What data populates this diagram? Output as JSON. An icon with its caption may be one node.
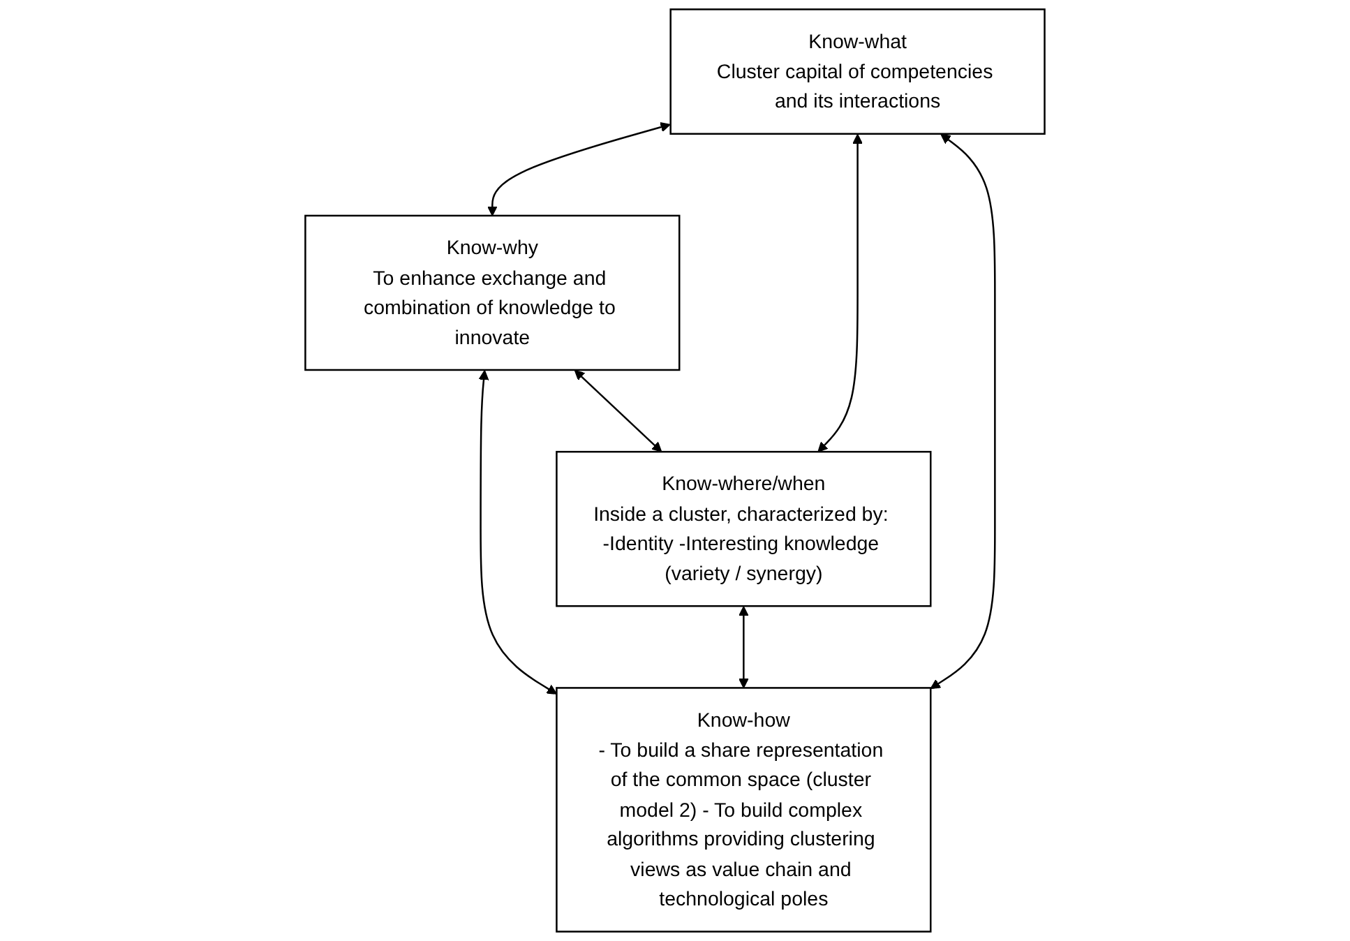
{
  "diagram": {
    "nodes": [
      {
        "text": [
          "Know-what",
          "Cluster capital of competencies and its interactions"
        ]
      },
      {
        "text": [
          "Know-why",
          "To enhance exchange and combination of knowledge to innovate"
        ]
      },
      {
        "text": [
          "Know-where/when",
          "Inside a cluster, characterized by: -Identity -Interesting knowledge (variety / synergy)"
        ]
      },
      {
        "text": [
          "Know-how",
          "- To build a share representation of the common space (cluster model 2) - To build complex algorithms providing clustering views as value chain and technological poles"
        ]
      }
    ],
    "edges": [
      {
        "from": 0,
        "to": 1,
        "arrow": "both"
      },
      {
        "from": 0,
        "to": 2,
        "arrow": "both"
      },
      {
        "from": 1,
        "to": 3,
        "arrow": "both"
      },
      {
        "from": 0,
        "to": 3,
        "arrow": "both"
      },
      {
        "from": 1,
        "to": 2,
        "arrow": "both"
      },
      {
        "from": 2,
        "to": 3,
        "arrow": "both"
      }
    ]
  }
}
